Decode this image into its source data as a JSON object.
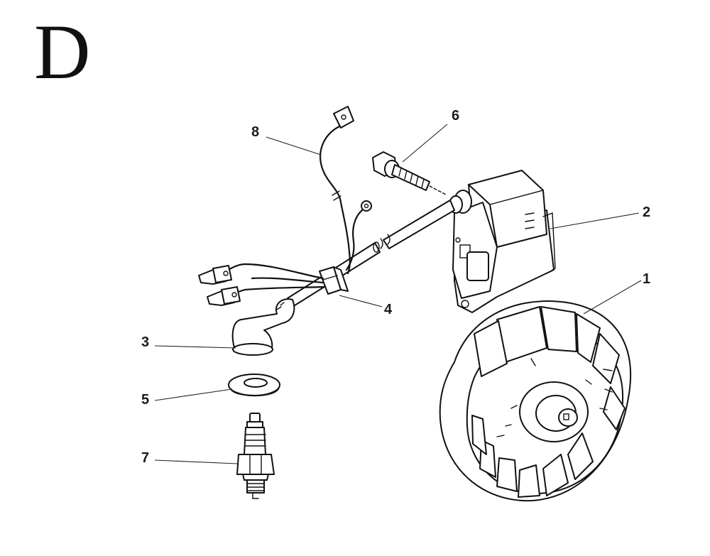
{
  "section": {
    "letter": "D"
  },
  "callouts": [
    {
      "id": "1",
      "label": "1"
    },
    {
      "id": "2",
      "label": "2"
    },
    {
      "id": "3",
      "label": "3"
    },
    {
      "id": "4",
      "label": "4"
    },
    {
      "id": "5",
      "label": "5"
    },
    {
      "id": "6",
      "label": "6"
    },
    {
      "id": "7",
      "label": "7"
    },
    {
      "id": "8",
      "label": "8"
    }
  ],
  "colors": {
    "ink": "#111111",
    "paper": "#ffffff"
  }
}
